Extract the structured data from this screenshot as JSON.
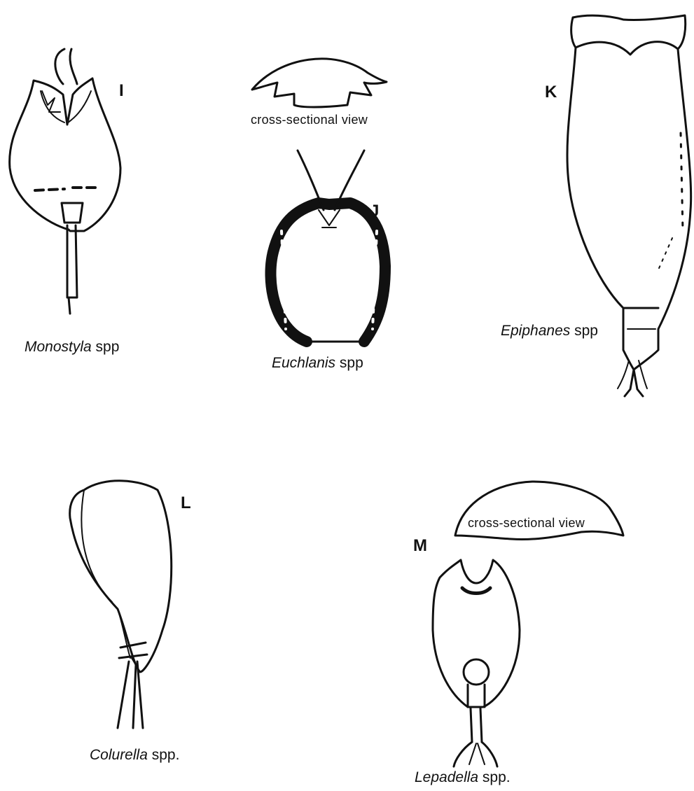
{
  "plate": {
    "figures": [
      {
        "letter": "I",
        "genus": "Monostyla",
        "suffix": " spp",
        "icon": "monostyla-drawing"
      },
      {
        "letter": "J",
        "genus": "Euchlanis",
        "suffix": " spp",
        "icon": "euchlanis-drawing",
        "section_caption": "cross-sectional view"
      },
      {
        "letter": "K",
        "genus": "Epiphanes",
        "suffix": " spp",
        "icon": "epiphanes-drawing"
      },
      {
        "letter": "L",
        "genus": "Colurella",
        "suffix": " spp.",
        "icon": "colurella-drawing"
      },
      {
        "letter": "M",
        "genus": "Lepadella",
        "suffix": " spp.",
        "icon": "lepadella-drawing",
        "section_caption": "cross-sectional view"
      }
    ]
  },
  "colors": {
    "ink": "#111111",
    "paper": "#ffffff"
  }
}
